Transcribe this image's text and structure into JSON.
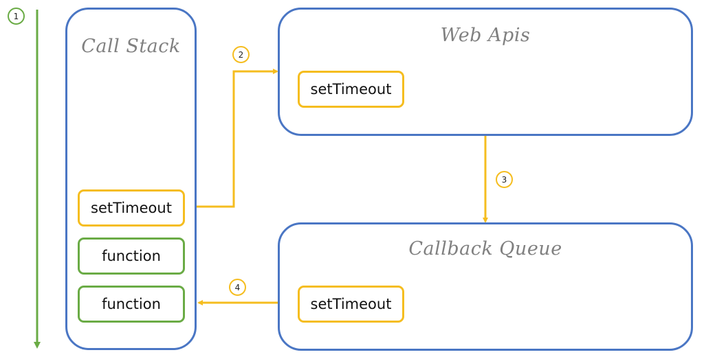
{
  "containers": {
    "call_stack": {
      "title": "Call Stack"
    },
    "web_apis": {
      "title": "Web Apis"
    },
    "callback_queue": {
      "title": "Callback Queue"
    }
  },
  "boxes": {
    "call_stack_settimeout": "setTimeout",
    "call_stack_function_1": "function",
    "call_stack_function_2": "function",
    "web_apis_settimeout": "setTimeout",
    "callback_queue_settimeout": "setTimeout"
  },
  "steps": [
    "1",
    "2",
    "3",
    "4"
  ],
  "colors": {
    "container_border": "#4a76c4",
    "arrow_yellow": "#f5bd1f",
    "arrow_green": "#6aab45",
    "title_gray": "#808080"
  }
}
